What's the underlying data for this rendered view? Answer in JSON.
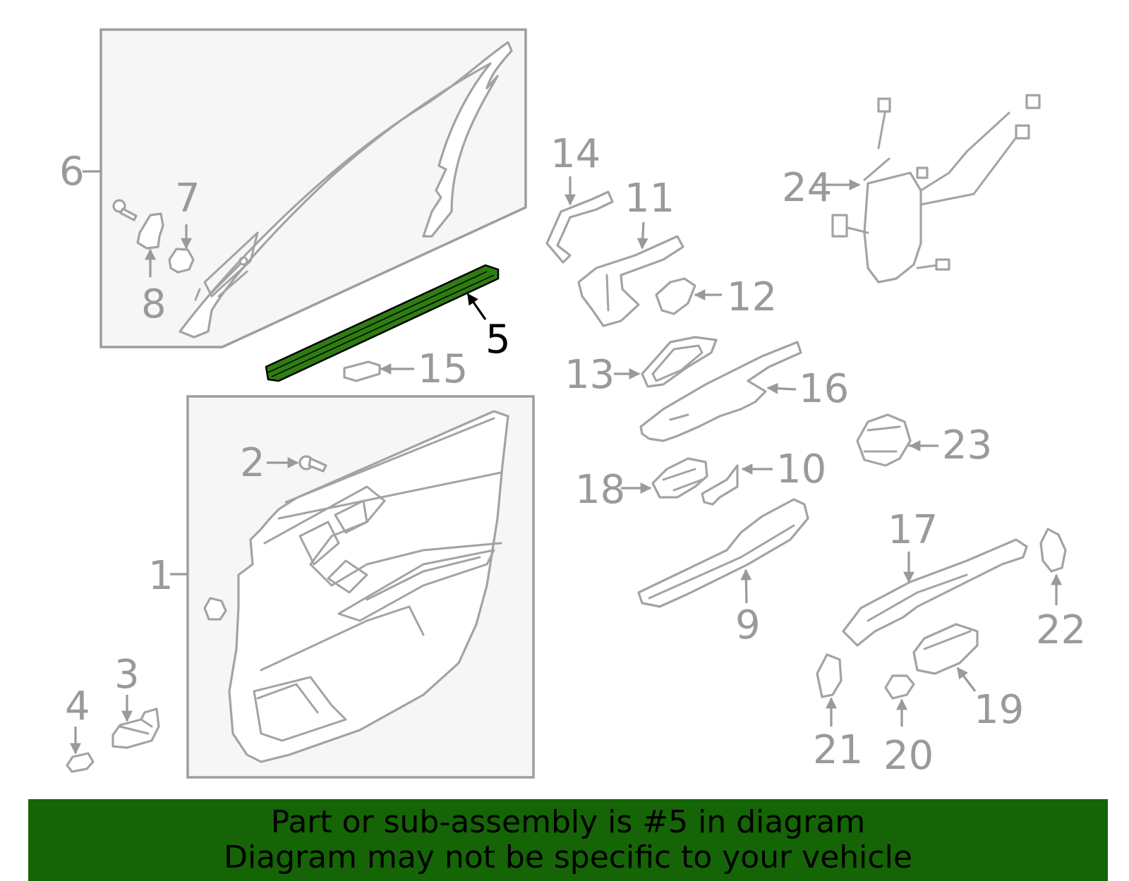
{
  "diagram": {
    "highlight_color": "#2e7d12",
    "callout_color": "#9a9a9a",
    "highlighted_part": "5",
    "callouts": [
      "1",
      "2",
      "3",
      "4",
      "5",
      "6",
      "7",
      "8",
      "9",
      "10",
      "11",
      "12",
      "13",
      "14",
      "15",
      "16",
      "17",
      "18",
      "19",
      "20",
      "21",
      "22",
      "23",
      "24"
    ]
  },
  "footer": {
    "line1": "Part or sub-assembly is #5 in diagram",
    "line2": "Diagram may not be specific to your vehicle",
    "background": "#156406"
  }
}
